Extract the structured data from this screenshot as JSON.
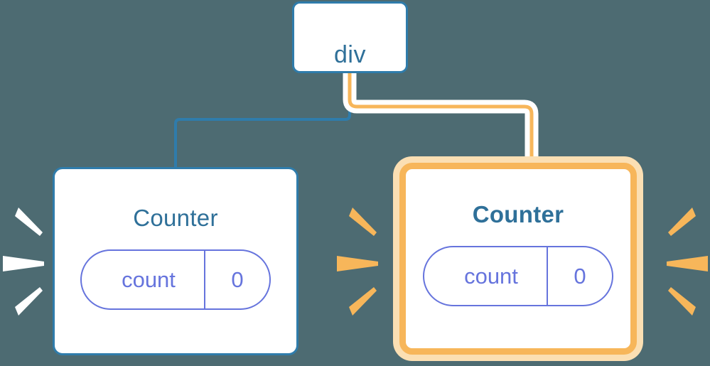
{
  "diagram": {
    "title": "React component tree re-render highlight",
    "background_color": "#4d6b72"
  },
  "colors": {
    "background": "#4d6b72",
    "node_border_blue": "#2f7cab",
    "node_fill": "#ffffff",
    "title_blue": "#2f7099",
    "state_purple": "#6674dd",
    "highlight_orange": "#f7b65a",
    "highlight_orange_glow": "#fbdfb3",
    "sparkle_white": "#ffffff",
    "sparkle_orange": "#f7b65a",
    "wire_blue": "#2f7cab",
    "wire_orange": "#f7b65a",
    "wire_halo": "#ffffff"
  },
  "nodes": {
    "root": {
      "label": "div",
      "highlighted": false
    },
    "child_left": {
      "label": "Counter",
      "highlighted": false,
      "state": {
        "key": "count",
        "value": "0"
      }
    },
    "child_right": {
      "label": "Counter",
      "highlighted": true,
      "state": {
        "key": "count",
        "value": "0"
      }
    }
  },
  "edges": [
    {
      "name": "div-to-counter-left",
      "from": "div",
      "to": "Counter (left)",
      "color": "#2f7cab",
      "highlighted": false
    },
    {
      "name": "div-to-counter-right",
      "from": "div",
      "to": "Counter (right)",
      "color": "#f7b65a",
      "highlighted": true
    }
  ],
  "sparkles": [
    {
      "name": "sparkles-left",
      "color": "#ffffff",
      "direction": "right",
      "count": 3
    },
    {
      "name": "sparkles-middle",
      "color": "#f7b65a",
      "direction": "right",
      "count": 3
    },
    {
      "name": "sparkles-right",
      "color": "#f7b65a",
      "direction": "left",
      "count": 3
    }
  ]
}
